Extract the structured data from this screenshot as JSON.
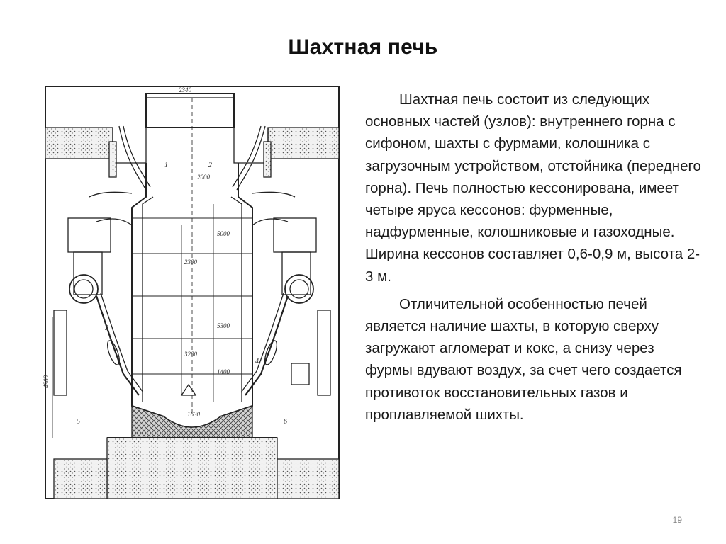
{
  "slide": {
    "title": "Шахтная печь",
    "page_number": "19"
  },
  "body": {
    "paragraphs": [
      "Шахтная печь состоит из следующих основных частей (узлов): внутреннего горна с сифоном, шахты с фурмами, колошника с загрузочным устройством, отстойника (переднего горна). Печь полностью кессонирована, имеет четыре яруса кессонов: фурменные, надфурменные, колошниковые и газоходные. Ширина кессонов составляет 0,6-0,9 м, высота 2-3 м.",
      "Отличительной особенностью печей является наличие шахты, в которую сверху загружают агломерат и кокс, а снизу через фурмы вдувают воздух, за счет чего создается противоток восстановительных газов и проплавляемой шихты."
    ]
  },
  "diagram": {
    "dimensions": [
      "2340",
      "2000",
      "5000",
      "2300",
      "5300",
      "3200",
      "1400",
      "1630",
      "4900"
    ],
    "callouts": [
      "1",
      "2",
      "3",
      "4",
      "5",
      "6"
    ]
  }
}
